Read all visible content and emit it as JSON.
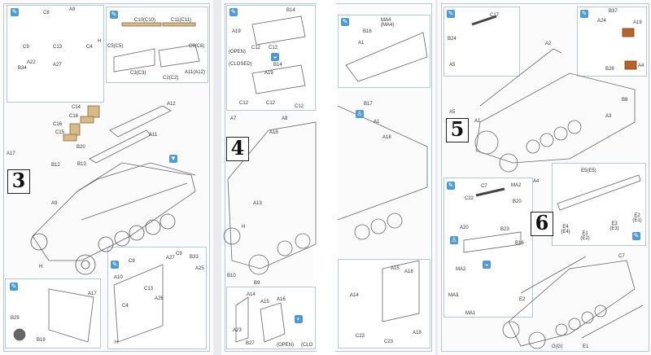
{
  "steps": {
    "s3": "3",
    "s4": "4",
    "s5": "5",
    "s6": "6"
  },
  "icons": {
    "cement": "cement-icon",
    "paint": "paint-icon",
    "rotate": "rotate-icon",
    "bin": "bin-icon"
  },
  "colors": {
    "accent": "#4d9ad8",
    "frame": "#b9c6d6",
    "tan": "#b8864e",
    "rust": "#b5652b"
  },
  "labels3": [
    "C8",
    "A9",
    "C9",
    "C13",
    "C4",
    "H",
    "A22",
    "A27",
    "B34",
    "C10(C10)",
    "C11(C11)",
    "C5(C5)",
    "C6(C6)",
    "C3(C3)",
    "C2(C2)",
    "A11(A12)",
    "A12",
    "C14",
    "C16",
    "C16",
    "C15",
    "A11",
    "A17",
    "B20",
    "B12",
    "B13",
    "A9",
    "H",
    "A17",
    "B29",
    "B19",
    "C8",
    "A27",
    "C9",
    "B33",
    "A25",
    "A10",
    "C13",
    "A26",
    "C4",
    "H"
  ],
  "labels4": [
    "B14",
    "A19",
    "C12",
    "C12",
    "(OPEN)",
    "(CLOSED)",
    "B14",
    "A19",
    "C12",
    "C12",
    "C12",
    "A7",
    "A8",
    "A18",
    "A13",
    "H",
    "B10",
    "B9",
    "A14",
    "A15",
    "A16",
    "A23",
    "B27",
    "(OPEN)",
    "(CLO"
  ],
  "labels3b": [
    "MA4 (MA4)",
    "B16",
    "A1",
    "B17",
    "A1",
    "A18",
    "A14",
    "A15",
    "A18",
    "C23",
    "C23",
    "A18"
  ],
  "labels5": [
    "C17",
    "B24",
    "A5",
    "A2",
    "B37",
    "A24",
    "A19",
    "B26",
    "A4",
    "A5",
    "A1",
    "A3",
    "B8",
    "A4"
  ],
  "labels6": [
    "C7",
    "MA2",
    "C22",
    "B20",
    "A20",
    "B23",
    "B16",
    "MA2",
    "MA3",
    "MA1",
    "E5(E5)",
    "E4 (E4)",
    "E1 (E2)",
    "E3 (E3)",
    "E2 (E1)",
    "C7",
    "E2",
    "G(G)",
    "E1"
  ]
}
